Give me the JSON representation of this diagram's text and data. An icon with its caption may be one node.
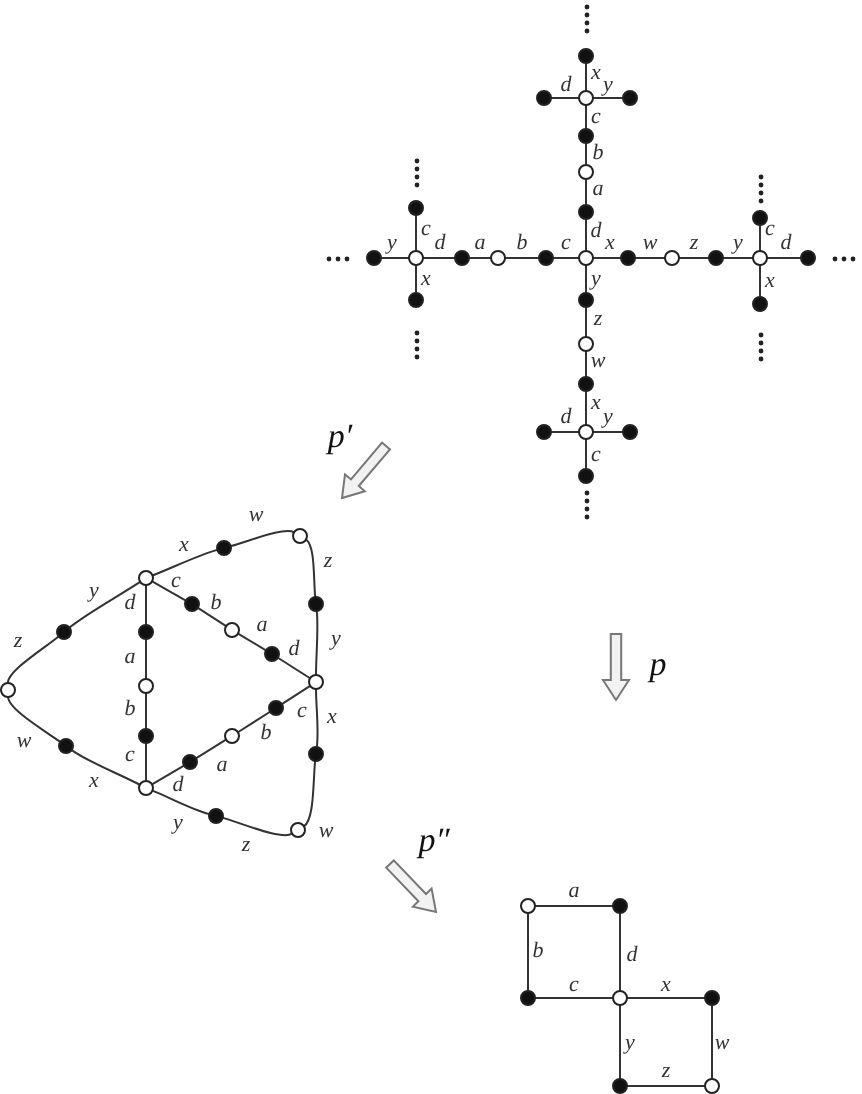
{
  "diagram": {
    "nodes": [
      {
        "text": [],
        "shape": "circle"
      },
      {
        "text": [],
        "shape": "circle"
      },
      {
        "text": [],
        "shape": "circle"
      },
      {
        "text": [],
        "shape": "circle"
      },
      {
        "text": [],
        "shape": "circle"
      },
      {
        "text": [],
        "shape": "circle"
      },
      {
        "text": [],
        "shape": "circle"
      },
      {
        "text": [],
        "shape": "circle"
      },
      {
        "text": [],
        "shape": "circle"
      },
      {
        "text": [],
        "shape": "circle"
      },
      {
        "text": [],
        "shape": "circle"
      },
      {
        "text": [],
        "shape": "circle"
      },
      {
        "text": [],
        "shape": "circle"
      },
      {
        "text": [],
        "shape": "circle"
      },
      {
        "text": [],
        "shape": "circle"
      },
      {
        "text": [],
        "shape": "circle"
      },
      {
        "text": [],
        "shape": "circle"
      },
      {
        "text": [],
        "shape": "circle"
      },
      {
        "text": [],
        "shape": "circle"
      },
      {
        "text": [],
        "shape": "circle"
      },
      {
        "text": [],
        "shape": "circle"
      },
      {
        "text": [],
        "shape": "circle"
      },
      {
        "text": [],
        "shape": "circle"
      },
      {
        "text": [],
        "shape": "circle"
      },
      {
        "text": [],
        "shape": "circle"
      },
      {
        "text": [],
        "shape": "circle"
      },
      {
        "text": [],
        "shape": "circle"
      },
      {
        "text": [],
        "shape": "circle"
      },
      {
        "text": [],
        "shape": "circle"
      },
      {
        "text": [],
        "shape": "circle"
      },
      {
        "text": [],
        "shape": "circle"
      },
      {
        "text": [],
        "shape": "circle"
      },
      {
        "text": [],
        "shape": "circle"
      },
      {
        "text": [],
        "shape": "circle"
      },
      {
        "text": [],
        "shape": "circle"
      },
      {
        "text": [],
        "shape": "circle"
      },
      {
        "text": [],
        "shape": "circle"
      },
      {
        "text": [],
        "shape": "circle"
      },
      {
        "text": [],
        "shape": "circle"
      },
      {
        "text": [],
        "shape": "circle"
      },
      {
        "text": [],
        "shape": "circle"
      },
      {
        "text": [],
        "shape": "circle"
      },
      {
        "text": [],
        "shape": "circle"
      },
      {
        "text": [],
        "shape": "circle"
      },
      {
        "text": [],
        "shape": "circle"
      },
      {
        "text": [],
        "shape": "circle"
      },
      {
        "text": [],
        "shape": "circle"
      },
      {
        "text": [],
        "shape": "circle"
      },
      {
        "text": [],
        "shape": "circle"
      },
      {
        "text": [],
        "shape": "circle"
      },
      {
        "text": [],
        "shape": "circle"
      },
      {
        "text": [],
        "shape": "circle"
      },
      {
        "text": [],
        "shape": "circle"
      },
      {
        "text": [],
        "shape": "circle"
      },
      {
        "text": [],
        "shape": "circle"
      },
      {
        "text": [],
        "shape": "circle"
      },
      {
        "text": [],
        "shape": "circle"
      }
    ],
    "edges": [
      {
        "from": 0,
        "to": 2,
        "arrow": "none",
        "label": "x"
      },
      {
        "from": 1,
        "to": 2,
        "arrow": "none",
        "label": "d"
      },
      {
        "from": 2,
        "to": 3,
        "arrow": "none",
        "label": "y"
      },
      {
        "from": 2,
        "to": 4,
        "arrow": "none",
        "label": "c"
      },
      {
        "from": 4,
        "to": 5,
        "arrow": "none",
        "label": "b"
      },
      {
        "from": 5,
        "to": 7,
        "arrow": "none",
        "label": "a"
      },
      {
        "from": 7,
        "to": 14,
        "arrow": "none",
        "label": "d"
      },
      {
        "from": 6,
        "to": 10,
        "arrow": "none",
        "label": "c"
      },
      {
        "from": 9,
        "to": 10,
        "arrow": "none",
        "label": "y"
      },
      {
        "from": 10,
        "to": 11,
        "arrow": "none",
        "label": "d"
      },
      {
        "from": 11,
        "to": 12,
        "arrow": "none",
        "label": "a"
      },
      {
        "from": 12,
        "to": 13,
        "arrow": "none",
        "label": "b"
      },
      {
        "from": 13,
        "to": 14,
        "arrow": "none",
        "label": "c"
      },
      {
        "from": 14,
        "to": 15,
        "arrow": "none",
        "label": "x"
      },
      {
        "from": 15,
        "to": 16,
        "arrow": "none",
        "label": "w"
      },
      {
        "from": 16,
        "to": 17,
        "arrow": "none",
        "label": "z"
      },
      {
        "from": 17,
        "to": 18,
        "arrow": "none",
        "label": "y"
      },
      {
        "from": 8,
        "to": 18,
        "arrow": "none",
        "label": "c"
      },
      {
        "from": 18,
        "to": 19,
        "arrow": "none",
        "label": "d"
      },
      {
        "from": 10,
        "to": 20,
        "arrow": "none",
        "label": "x"
      },
      {
        "from": 14,
        "to": 21,
        "arrow": "none",
        "label": "y"
      },
      {
        "from": 18,
        "to": 22,
        "arrow": "none",
        "label": "x"
      },
      {
        "from": 21,
        "to": 23,
        "arrow": "none",
        "label": "z"
      },
      {
        "from": 23,
        "to": 24,
        "arrow": "none",
        "label": "w"
      },
      {
        "from": 24,
        "to": 26,
        "arrow": "none",
        "label": "x"
      },
      {
        "from": 25,
        "to": 26,
        "arrow": "none",
        "label": "d"
      },
      {
        "from": 26,
        "to": 27,
        "arrow": "none",
        "label": "y"
      },
      {
        "from": 26,
        "to": 28,
        "arrow": "none",
        "label": "c"
      },
      {
        "from": 31,
        "to": 32,
        "arrow": "none",
        "label": "c"
      },
      {
        "from": 32,
        "to": 36,
        "arrow": "none",
        "label": "b"
      },
      {
        "from": 36,
        "to": 37,
        "arrow": "none",
        "label": "a"
      },
      {
        "from": 37,
        "to": 40,
        "arrow": "none",
        "label": "d"
      },
      {
        "from": 31,
        "to": 35,
        "arrow": "none",
        "label": "d"
      },
      {
        "from": 35,
        "to": 39,
        "arrow": "none",
        "label": "a"
      },
      {
        "from": 39,
        "to": 43,
        "arrow": "none",
        "label": "b"
      },
      {
        "from": 43,
        "to": 47,
        "arrow": "none",
        "label": "c"
      },
      {
        "from": 47,
        "to": 46,
        "arrow": "none",
        "label": "d"
      },
      {
        "from": 46,
        "to": 44,
        "arrow": "none",
        "label": "a"
      },
      {
        "from": 44,
        "to": 41,
        "arrow": "none",
        "label": "b"
      },
      {
        "from": 41,
        "to": 40,
        "arrow": "none",
        "label": "c"
      },
      {
        "from": 31,
        "to": 30,
        "arrow": "none",
        "label": "x"
      },
      {
        "from": 30,
        "to": 29,
        "arrow": "none",
        "label": "w"
      },
      {
        "from": 29,
        "to": 33,
        "arrow": "none",
        "label": "z"
      },
      {
        "from": 33,
        "to": 40,
        "arrow": "none",
        "label": "y"
      },
      {
        "from": 31,
        "to": 34,
        "arrow": "none",
        "label": "y"
      },
      {
        "from": 34,
        "to": 38,
        "arrow": "none",
        "label": "z"
      },
      {
        "from": 38,
        "to": 42,
        "arrow": "none",
        "label": "w"
      },
      {
        "from": 42,
        "to": 47,
        "arrow": "none",
        "label": "x"
      },
      {
        "from": 47,
        "to": 48,
        "arrow": "none",
        "label": "y"
      },
      {
        "from": 48,
        "to": 49,
        "arrow": "none",
        "label": "z"
      },
      {
        "from": 49,
        "to": 45,
        "arrow": "none",
        "label": "w"
      },
      {
        "from": 45,
        "to": 40,
        "arrow": "none",
        "label": "x"
      },
      {
        "from": 50,
        "to": 51,
        "arrow": "none",
        "label": "a"
      },
      {
        "from": 50,
        "to": 52,
        "arrow": "none",
        "label": "b"
      },
      {
        "from": 51,
        "to": 53,
        "arrow": "none",
        "label": "d"
      },
      {
        "from": 52,
        "to": 53,
        "arrow": "none",
        "label": "c"
      },
      {
        "from": 53,
        "to": 54,
        "arrow": "none",
        "label": "x"
      },
      {
        "from": 53,
        "to": 55,
        "arrow": "none",
        "label": "y"
      },
      {
        "from": 54,
        "to": 56,
        "arrow": "none",
        "label": "w"
      },
      {
        "from": 55,
        "to": 56,
        "arrow": "none",
        "label": "z"
      }
    ],
    "labels": [
      "p′",
      "p",
      "p″"
    ]
  }
}
